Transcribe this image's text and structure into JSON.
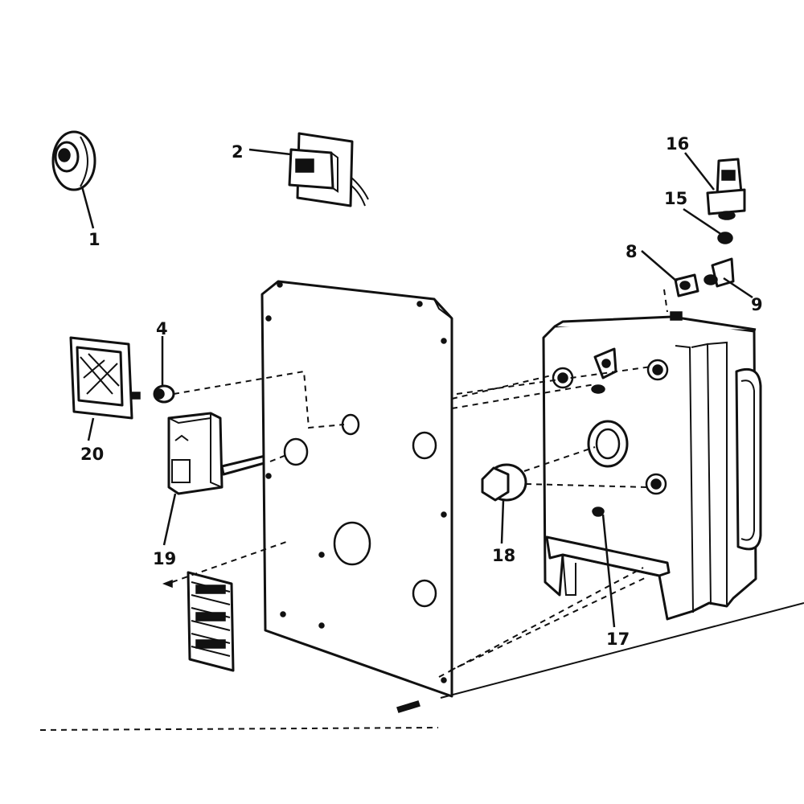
{
  "diagram": {
    "callouts": [
      {
        "id": "part-1",
        "label": "1"
      },
      {
        "id": "part-2",
        "label": "2"
      },
      {
        "id": "part-4",
        "label": "4"
      },
      {
        "id": "part-8",
        "label": "8"
      },
      {
        "id": "part-9",
        "label": "9"
      },
      {
        "id": "part-15",
        "label": "15"
      },
      {
        "id": "part-16",
        "label": "16"
      },
      {
        "id": "part-17",
        "label": "17"
      },
      {
        "id": "part-18",
        "label": "18"
      },
      {
        "id": "part-19",
        "label": "19"
      },
      {
        "id": "part-20",
        "label": "20"
      }
    ]
  }
}
